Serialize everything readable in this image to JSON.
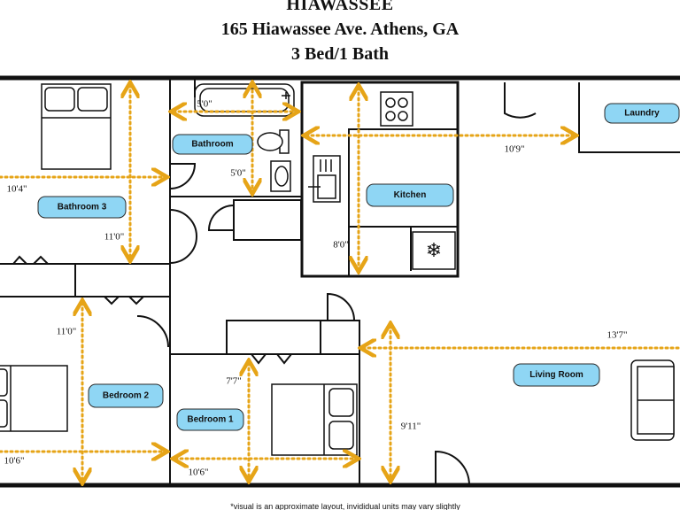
{
  "header": {
    "title": "HIAWASSEE",
    "address": "165 Hiawassee Ave. Athens, GA",
    "beds_baths": "3 Bed/1 Bath"
  },
  "rooms": {
    "bathroom": "Bathroom",
    "laundry": "Laundry",
    "kitchen": "Kitchen",
    "bathroom3": "Bathroom 3",
    "bedroom2": "Bedroom 2",
    "bedroom1": "Bedroom 1",
    "living_room": "Living Room"
  },
  "dimensions": {
    "bath_tub_width": "5'0\"",
    "bath_height": "5'0\"",
    "kitchen_laundry_width": "10'9\"",
    "room3_width": "10'4\"",
    "room3_height": "11'0\"",
    "kitchen_height": "8'0\"",
    "bedroom2_height": "11'0\"",
    "living_width": "13'7\"",
    "bedroom1_height": "7'7\"",
    "living_height": "9'11\"",
    "bedroom2_width": "10'6\"",
    "bedroom1_width": "10'6\""
  },
  "footer": "*visual is an approximate layout, invididual units may vary slightly",
  "colors": {
    "label_fill": "#8fd6f4",
    "dimension_line": "#e6a417",
    "wall": "#111111"
  }
}
